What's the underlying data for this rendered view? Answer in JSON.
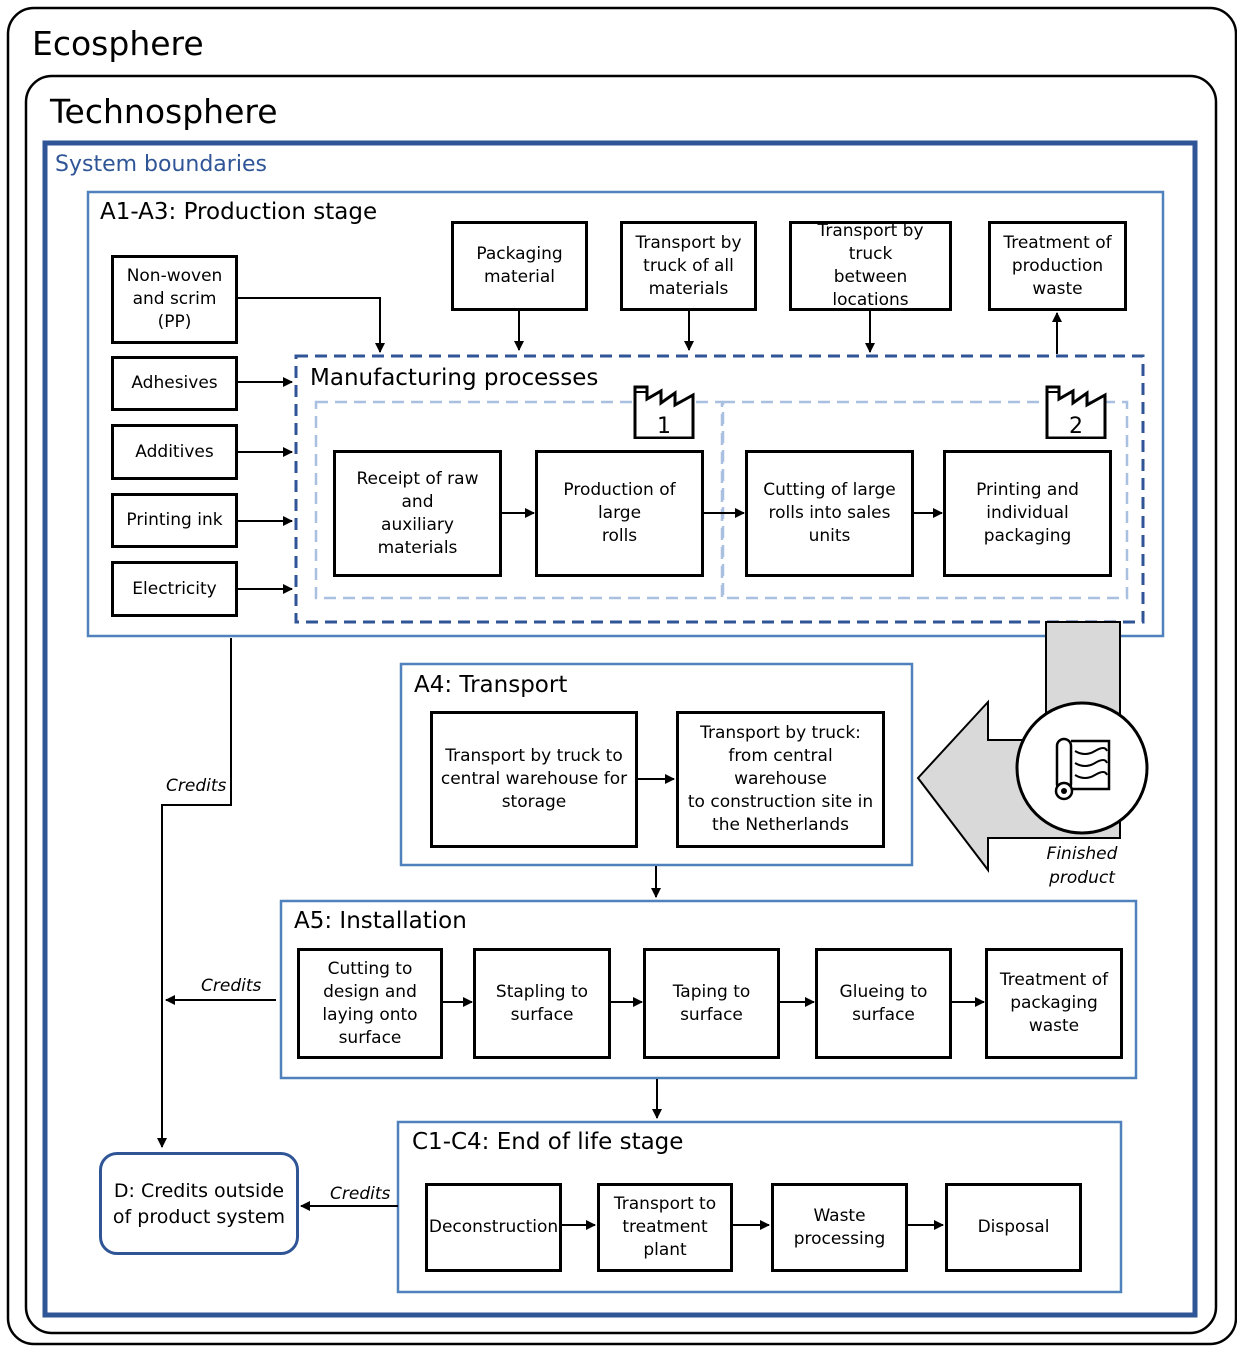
{
  "colors": {
    "accent_blue": "#2f5597",
    "light_blue": "#4f81bd",
    "dashed_light": "#a9c0e0",
    "arrow_grey": "#d9d9d9"
  },
  "ecosphere": {
    "title": "Ecosphere"
  },
  "technosphere": {
    "title": "Technosphere"
  },
  "system_boundaries": {
    "title": "System boundaries"
  },
  "production": {
    "title": "A1-A3: Production stage",
    "inputs": [
      "Non-woven\nand scrim\n(PP)",
      "Adhesives",
      "Additives",
      "Printing ink",
      "Electricity"
    ],
    "top_inputs": [
      "Packaging\nmaterial",
      "Transport by\ntruck of all\nmaterials",
      "Transport by truck\nbetween locations"
    ],
    "waste_output": "Treatment of\nproduction\nwaste",
    "manufacturing": {
      "title": "Manufacturing processes",
      "site1_number": "1",
      "site2_number": "2",
      "steps": [
        "Receipt of raw and\nauxiliary materials",
        "Production of large\nrolls",
        "Cutting of large\nrolls into sales\nunits",
        "Printing and\nindividual\npackaging"
      ]
    }
  },
  "transport": {
    "title": "A4: Transport",
    "steps": [
      "Transport by truck to\ncentral warehouse for\nstorage",
      "Transport by truck:\nfrom central warehouse\nto construction site in\nthe Netherlands"
    ]
  },
  "finished_product": {
    "label": "Finished\nproduct",
    "icon": "fabric-roll-icon"
  },
  "installation": {
    "title": "A5: Installation",
    "steps": [
      "Cutting to\ndesign and\nlaying onto\nsurface",
      "Stapling to\nsurface",
      "Taping to\nsurface",
      "Glueing to\nsurface",
      "Treatment of\npackaging\nwaste"
    ]
  },
  "end_of_life": {
    "title": "C1-C4: End of life stage",
    "steps": [
      "Deconstruction",
      "Transport to\ntreatment plant",
      "Waste\nprocessing",
      "Disposal"
    ]
  },
  "credits": {
    "label": "Credits",
    "outside": "D: Credits outside\nof product system"
  }
}
